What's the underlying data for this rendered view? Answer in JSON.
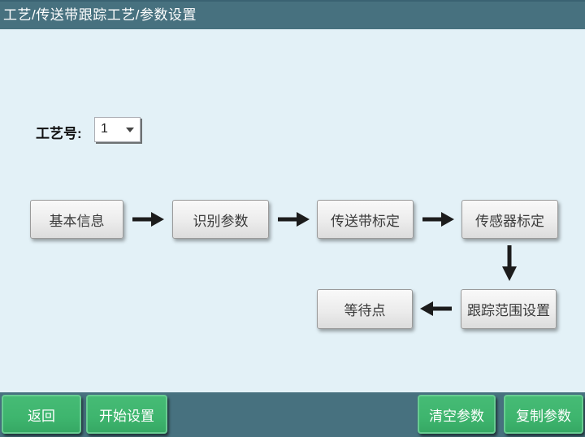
{
  "header": {
    "title": "工艺/传送带跟踪工艺/参数设置"
  },
  "process_selector": {
    "label": "工艺号:",
    "value": "1"
  },
  "flow": {
    "steps": [
      {
        "label": "基本信息"
      },
      {
        "label": "识别参数"
      },
      {
        "label": "传送带标定"
      },
      {
        "label": "传感器标定"
      },
      {
        "label": "跟踪范围设置"
      },
      {
        "label": "等待点"
      }
    ]
  },
  "footer": {
    "back_label": "返回",
    "start_label": "开始设置",
    "clear_label": "清空参数",
    "copy_label": "复制参数"
  },
  "colors": {
    "header_bg": "#47717f",
    "content_bg": "#e3f1f7",
    "button_green": "#3eb56e",
    "flow_button_gray": "#ececec",
    "arrow": "#1c1c1c"
  }
}
